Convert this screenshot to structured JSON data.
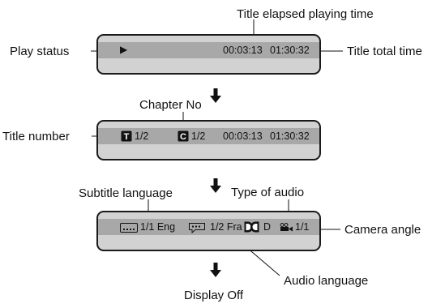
{
  "panel1": {
    "play_symbol": "▶",
    "elapsed": "00:03:13",
    "total": "01:30:32",
    "labels": {
      "elapsed": "Title elapsed playing time",
      "status": "Play status",
      "total": "Title total time"
    }
  },
  "panel2": {
    "title_icon_letter": "T",
    "title_number": "1/2",
    "chapter_icon_letter": "C",
    "chapter_number": "1/2",
    "elapsed": "00:03:13",
    "total": "01:30:32",
    "labels": {
      "chapter": "Chapter No",
      "title": "Title number"
    }
  },
  "panel3": {
    "subtitle": "1/1 Eng",
    "audio": "1/2 Fra",
    "audio_type_letter": "D",
    "angle": "1/1",
    "labels": {
      "subtitle": "Subtitle language",
      "audio_type": "Type of audio",
      "angle": "Camera angle",
      "audio_language": "Audio language"
    }
  },
  "final_label": "Display Off",
  "icons": [
    "play-icon",
    "title-icon",
    "chapter-icon",
    "subtitle-icon",
    "audio-icon",
    "dolby-icon",
    "camera-angle-icon",
    "down-arrow-icon"
  ]
}
